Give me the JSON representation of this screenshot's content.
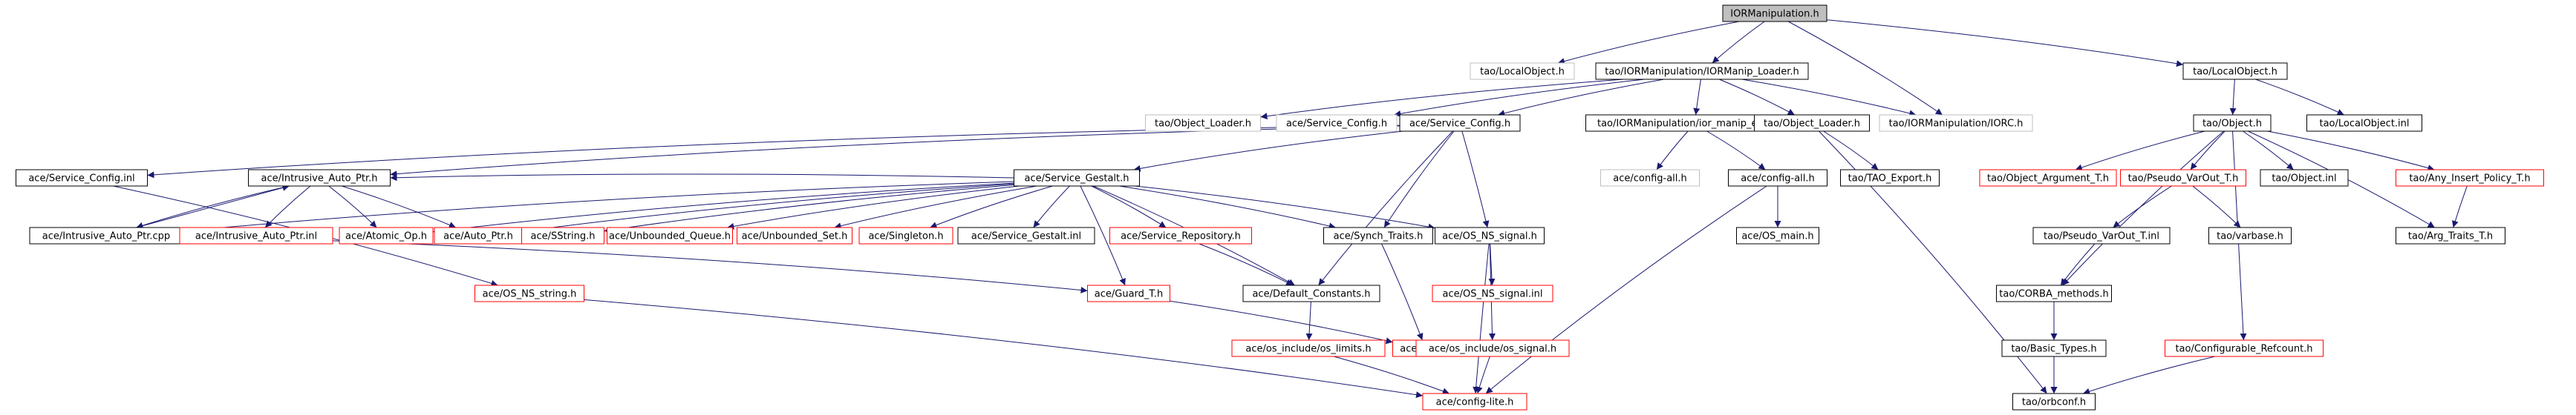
{
  "title": "IORManipulation.h",
  "colors": {
    "edge": "#191970",
    "root_fill": "#bfbfbf",
    "border_normal": "#000000",
    "border_missing": "#ff0000",
    "border_faded": "#bfbfbf",
    "text": "#000000"
  },
  "nodes": [
    {
      "id": "root",
      "label": "IORManipulation.h",
      "style": "root"
    },
    {
      "id": "tao_localobject_h_a",
      "label": "tao/LocalObject.h",
      "style": "faded"
    },
    {
      "id": "iormanip_loader",
      "label": "tao/IORManipulation/IORManip_Loader.h",
      "style": "normal"
    },
    {
      "id": "tao_localobject_h_b",
      "label": "tao/LocalObject.h",
      "style": "normal"
    },
    {
      "id": "tao_object_loader_a",
      "label": "tao/Object_Loader.h",
      "style": "faded"
    },
    {
      "id": "ace_service_config_a",
      "label": "ace/Service_Config.h",
      "style": "faded"
    },
    {
      "id": "ace_service_config_b",
      "label": "ace/Service_Config.h",
      "style": "normal"
    },
    {
      "id": "ior_manip_export",
      "label": "tao/IORManipulation/ior_manip_export.h",
      "style": "normal"
    },
    {
      "id": "tao_object_loader_b",
      "label": "tao/Object_Loader.h",
      "style": "normal"
    },
    {
      "id": "iorc_h",
      "label": "tao/IORManipulation/IORC.h",
      "style": "faded"
    },
    {
      "id": "tao_object_h",
      "label": "tao/Object.h",
      "style": "normal"
    },
    {
      "id": "tao_localobject_inl",
      "label": "tao/LocalObject.inl",
      "style": "normal"
    },
    {
      "id": "ace_service_config_inl",
      "label": "ace/Service_Config.inl",
      "style": "normal"
    },
    {
      "id": "ace_intrusive_auto_ptr_h",
      "label": "ace/Intrusive_Auto_Ptr.h",
      "style": "normal"
    },
    {
      "id": "ace_service_gestalt_h",
      "label": "ace/Service_Gestalt.h",
      "style": "normal"
    },
    {
      "id": "ace_config_all_a",
      "label": "ace/config-all.h",
      "style": "faded"
    },
    {
      "id": "ace_config_all_b",
      "label": "ace/config-all.h",
      "style": "normal"
    },
    {
      "id": "tao_export_h",
      "label": "tao/TAO_Export.h",
      "style": "normal"
    },
    {
      "id": "tao_object_argument_t",
      "label": "tao/Object_Argument_T.h",
      "style": "missing"
    },
    {
      "id": "tao_pseudo_varout_t_h",
      "label": "tao/Pseudo_VarOut_T.h",
      "style": "missing"
    },
    {
      "id": "tao_object_inl",
      "label": "tao/Object.inl",
      "style": "normal"
    },
    {
      "id": "tao_any_insert_policy",
      "label": "tao/Any_Insert_Policy_T.h",
      "style": "missing"
    },
    {
      "id": "ace_intrusive_auto_ptr_cpp",
      "label": "ace/Intrusive_Auto_Ptr.cpp",
      "style": "normal"
    },
    {
      "id": "ace_intrusive_auto_ptr_inl",
      "label": "ace/Intrusive_Auto_Ptr.inl",
      "style": "missing"
    },
    {
      "id": "ace_atomic_op",
      "label": "ace/Atomic_Op.h",
      "style": "missing"
    },
    {
      "id": "ace_auto_ptr",
      "label": "ace/Auto_Ptr.h",
      "style": "missing"
    },
    {
      "id": "ace_sstring",
      "label": "ace/SString.h",
      "style": "missing"
    },
    {
      "id": "ace_unbounded_queue",
      "label": "ace/Unbounded_Queue.h",
      "style": "missing"
    },
    {
      "id": "ace_unbounded_set",
      "label": "ace/Unbounded_Set.h",
      "style": "missing"
    },
    {
      "id": "ace_singleton",
      "label": "ace/Singleton.h",
      "style": "missing"
    },
    {
      "id": "ace_service_gestalt_inl",
      "label": "ace/Service_Gestalt.inl",
      "style": "normal"
    },
    {
      "id": "ace_service_repository",
      "label": "ace/Service_Repository.h",
      "style": "missing"
    },
    {
      "id": "ace_synch_traits",
      "label": "ace/Synch_Traits.h",
      "style": "normal"
    },
    {
      "id": "ace_os_ns_signal_h",
      "label": "ace/OS_NS_signal.h",
      "style": "normal"
    },
    {
      "id": "ace_os_main",
      "label": "ace/OS_main.h",
      "style": "normal"
    },
    {
      "id": "tao_pseudo_varout_t_inl",
      "label": "tao/Pseudo_VarOut_T.inl",
      "style": "normal"
    },
    {
      "id": "tao_varbase",
      "label": "tao/varbase.h",
      "style": "normal"
    },
    {
      "id": "tao_arg_traits",
      "label": "tao/Arg_Traits_T.h",
      "style": "normal"
    },
    {
      "id": "ace_os_ns_string",
      "label": "ace/OS_NS_string.h",
      "style": "missing"
    },
    {
      "id": "ace_guard_t",
      "label": "ace/Guard_T.h",
      "style": "missing"
    },
    {
      "id": "ace_default_constants",
      "label": "ace/Default_Constants.h",
      "style": "normal"
    },
    {
      "id": "ace_os_ns_signal_inl",
      "label": "ace/OS_NS_signal.inl",
      "style": "missing"
    },
    {
      "id": "tao_corba_methods",
      "label": "tao/CORBA_methods.h",
      "style": "normal"
    },
    {
      "id": "ace_os_include_os_limits",
      "label": "ace/os_include/os_limits.h",
      "style": "missing"
    },
    {
      "id": "ace_lock",
      "label": "ace/Lock.h",
      "style": "missing"
    },
    {
      "id": "ace_os_include_os_signal",
      "label": "ace/os_include/os_signal.h",
      "style": "missing"
    },
    {
      "id": "tao_basic_types",
      "label": "tao/Basic_Types.h",
      "style": "normal"
    },
    {
      "id": "tao_configurable_refcount",
      "label": "tao/Configurable_Refcount.h",
      "style": "missing"
    },
    {
      "id": "ace_config_lite",
      "label": "ace/config-lite.h",
      "style": "missing"
    },
    {
      "id": "tao_orbconf",
      "label": "tao/orbconf.h",
      "style": "normal"
    }
  ],
  "edges": [
    [
      "root",
      "tao_localobject_h_a"
    ],
    [
      "root",
      "iormanip_loader"
    ],
    [
      "root",
      "tao_localobject_h_b"
    ],
    [
      "root",
      "iorc_h"
    ],
    [
      "iormanip_loader",
      "tao_object_loader_a"
    ],
    [
      "iormanip_loader",
      "ace_service_config_a"
    ],
    [
      "iormanip_loader",
      "ace_service_config_b"
    ],
    [
      "iormanip_loader",
      "ior_manip_export"
    ],
    [
      "iormanip_loader",
      "tao_object_loader_b"
    ],
    [
      "iormanip_loader",
      "iorc_h"
    ],
    [
      "tao_localobject_h_b",
      "tao_object_h"
    ],
    [
      "tao_localobject_h_b",
      "tao_localobject_inl"
    ],
    [
      "ace_service_config_b",
      "ace_service_config_inl"
    ],
    [
      "ace_service_config_b",
      "ace_intrusive_auto_ptr_h"
    ],
    [
      "ace_service_config_b",
      "ace_service_gestalt_h"
    ],
    [
      "ace_service_config_b",
      "ace_synch_traits"
    ],
    [
      "ace_service_config_b",
      "ace_os_ns_signal_h"
    ],
    [
      "ace_service_config_b",
      "ace_default_constants"
    ],
    [
      "ior_manip_export",
      "ace_config_all_a"
    ],
    [
      "ior_manip_export",
      "ace_config_all_b"
    ],
    [
      "tao_object_loader_b",
      "tao_export_h"
    ],
    [
      "tao_object_loader_b",
      "tao_orbconf"
    ],
    [
      "tao_object_h",
      "tao_object_argument_t"
    ],
    [
      "tao_object_h",
      "tao_pseudo_varout_t_h"
    ],
    [
      "tao_object_h",
      "tao_object_inl"
    ],
    [
      "tao_object_h",
      "tao_any_insert_policy"
    ],
    [
      "tao_object_h",
      "tao_arg_traits"
    ],
    [
      "tao_object_h",
      "tao_corba_methods"
    ],
    [
      "tao_object_h",
      "tao_configurable_refcount"
    ],
    [
      "ace_service_config_inl",
      "ace_os_ns_string"
    ],
    [
      "ace_intrusive_auto_ptr_h",
      "ace_intrusive_auto_ptr_cpp"
    ],
    [
      "ace_intrusive_auto_ptr_h",
      "ace_intrusive_auto_ptr_inl"
    ],
    [
      "ace_intrusive_auto_ptr_h",
      "ace_atomic_op"
    ],
    [
      "ace_intrusive_auto_ptr_h",
      "ace_auto_ptr"
    ],
    [
      "ace_intrusive_auto_ptr_cpp",
      "ace_intrusive_auto_ptr_h"
    ],
    [
      "ace_service_gestalt_h",
      "ace_intrusive_auto_ptr_h"
    ],
    [
      "ace_service_gestalt_h",
      "ace_intrusive_auto_ptr_cpp"
    ],
    [
      "ace_service_gestalt_h",
      "ace_atomic_op"
    ],
    [
      "ace_service_gestalt_h",
      "ace_auto_ptr"
    ],
    [
      "ace_service_gestalt_h",
      "ace_sstring"
    ],
    [
      "ace_service_gestalt_h",
      "ace_unbounded_queue"
    ],
    [
      "ace_service_gestalt_h",
      "ace_unbounded_set"
    ],
    [
      "ace_service_gestalt_h",
      "ace_singleton"
    ],
    [
      "ace_service_gestalt_h",
      "ace_service_gestalt_inl"
    ],
    [
      "ace_service_gestalt_h",
      "ace_service_repository"
    ],
    [
      "ace_service_gestalt_h",
      "ace_synch_traits"
    ],
    [
      "ace_service_gestalt_h",
      "ace_os_ns_signal_h"
    ],
    [
      "ace_service_gestalt_h",
      "ace_guard_t"
    ],
    [
      "ace_service_gestalt_h",
      "ace_default_constants"
    ],
    [
      "ace_intrusive_auto_ptr_inl",
      "ace_guard_t"
    ],
    [
      "ace_config_all_b",
      "ace_os_main"
    ],
    [
      "ace_config_all_b",
      "ace_config_lite"
    ],
    [
      "tao_pseudo_varout_t_h",
      "tao_pseudo_varout_t_inl"
    ],
    [
      "tao_pseudo_varout_t_h",
      "tao_varbase"
    ],
    [
      "tao_pseudo_varout_t_inl",
      "tao_corba_methods"
    ],
    [
      "tao_any_insert_policy",
      "tao_arg_traits"
    ],
    [
      "ace_service_repository",
      "ace_default_constants"
    ],
    [
      "ace_synch_traits",
      "ace_lock"
    ],
    [
      "ace_os_ns_signal_h",
      "ace_os_ns_signal_inl"
    ],
    [
      "ace_os_ns_signal_h",
      "ace_os_include_os_signal"
    ],
    [
      "ace_os_ns_signal_h",
      "ace_config_lite"
    ],
    [
      "ace_os_ns_string",
      "ace_config_lite"
    ],
    [
      "ace_guard_t",
      "ace_lock"
    ],
    [
      "ace_default_constants",
      "ace_os_include_os_limits"
    ],
    [
      "ace_os_include_os_limits",
      "ace_config_lite"
    ],
    [
      "ace_os_include_os_signal",
      "ace_config_lite"
    ],
    [
      "tao_corba_methods",
      "tao_basic_types"
    ],
    [
      "tao_corba_methods",
      "tao_orbconf"
    ],
    [
      "tao_basic_types",
      "tao_orbconf"
    ],
    [
      "tao_configurable_refcount",
      "tao_orbconf"
    ]
  ]
}
